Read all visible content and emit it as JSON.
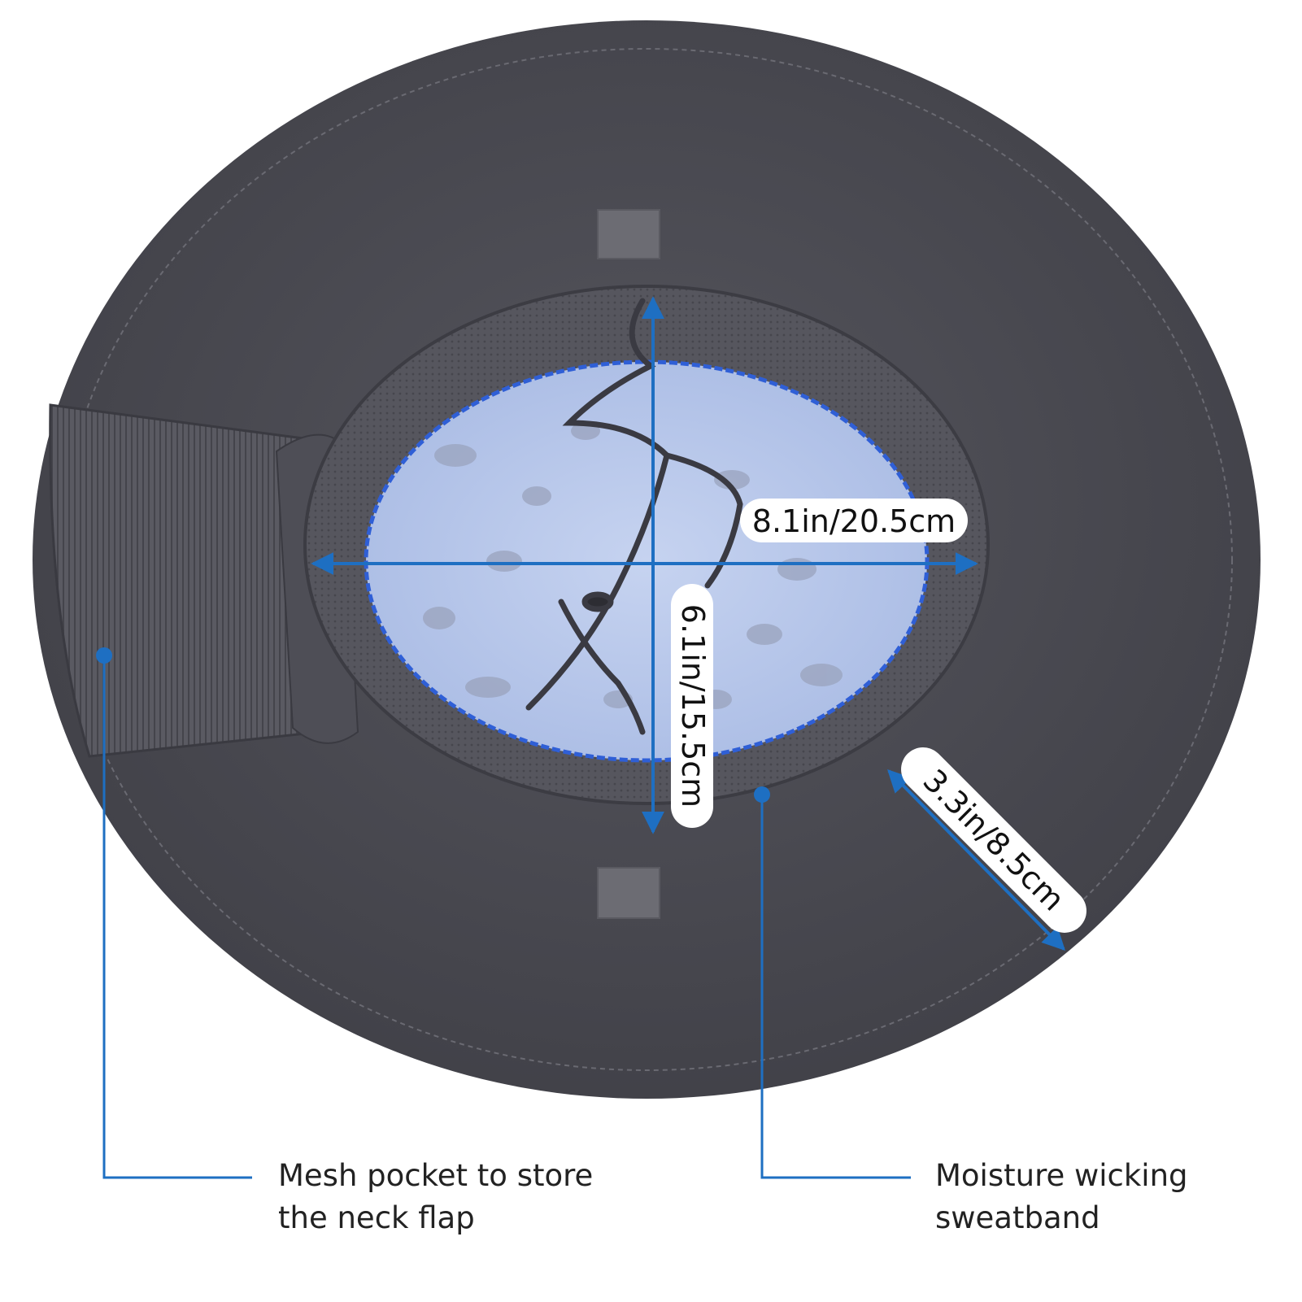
{
  "image": {
    "subject": "Underside of a wide-brim sun hat",
    "colors": {
      "brim": "#4a4a52",
      "mesh_pocket": "#55555c",
      "lining": "#b8c8ec",
      "sweatband": "#505058",
      "annotation_blue": "#1e6fc2",
      "label_fill": "#ffffff"
    }
  },
  "measurements": {
    "width": "8.1in/20.5cm",
    "depth": "6.1in/15.5cm",
    "brim": "3.3in/8.5cm"
  },
  "callouts": {
    "mesh_pocket": {
      "line1": "Mesh pocket to store",
      "line2": "the neck flap"
    },
    "sweatband": {
      "line1": "Moisture wicking",
      "line2": "sweatband"
    }
  }
}
